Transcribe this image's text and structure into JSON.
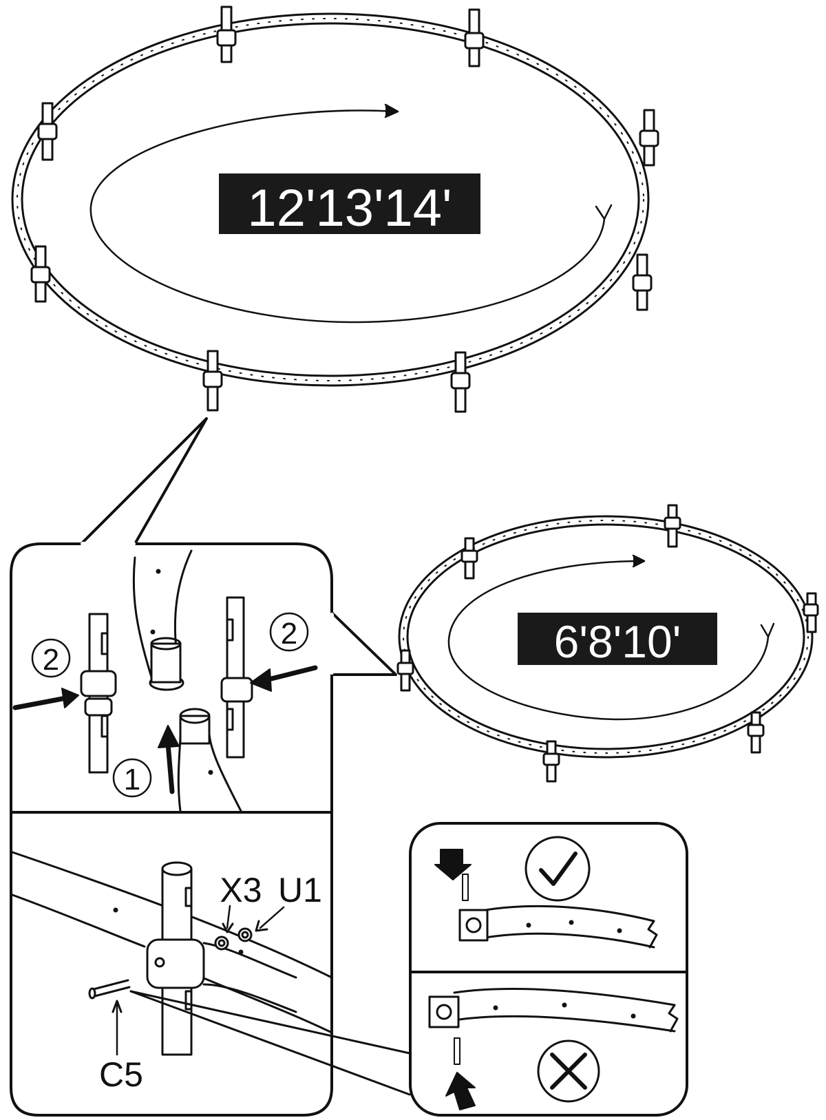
{
  "sizes": {
    "large": "12'13'14'",
    "small": "6'8'10'"
  },
  "steps": {
    "one": "1",
    "two": "2"
  },
  "parts": {
    "x3": "X3",
    "u1": "U1",
    "c5": "C5"
  },
  "icons": {
    "correct": "check-mark-icon",
    "incorrect": "x-mark-icon"
  },
  "colors": {
    "line": "#111111",
    "label_bg": "#1a1a1a",
    "background": "#ffffff"
  }
}
